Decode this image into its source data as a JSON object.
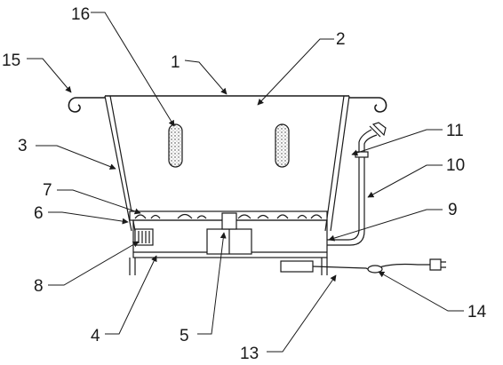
{
  "labels": {
    "l1": "1",
    "l2": "2",
    "l3": "3",
    "l4": "4",
    "l5": "5",
    "l6": "6",
    "l7": "7",
    "l8": "8",
    "l9": "9",
    "l10": "10",
    "l11": "11",
    "l13": "13",
    "l14": "14",
    "l15": "15",
    "l16": "16"
  }
}
